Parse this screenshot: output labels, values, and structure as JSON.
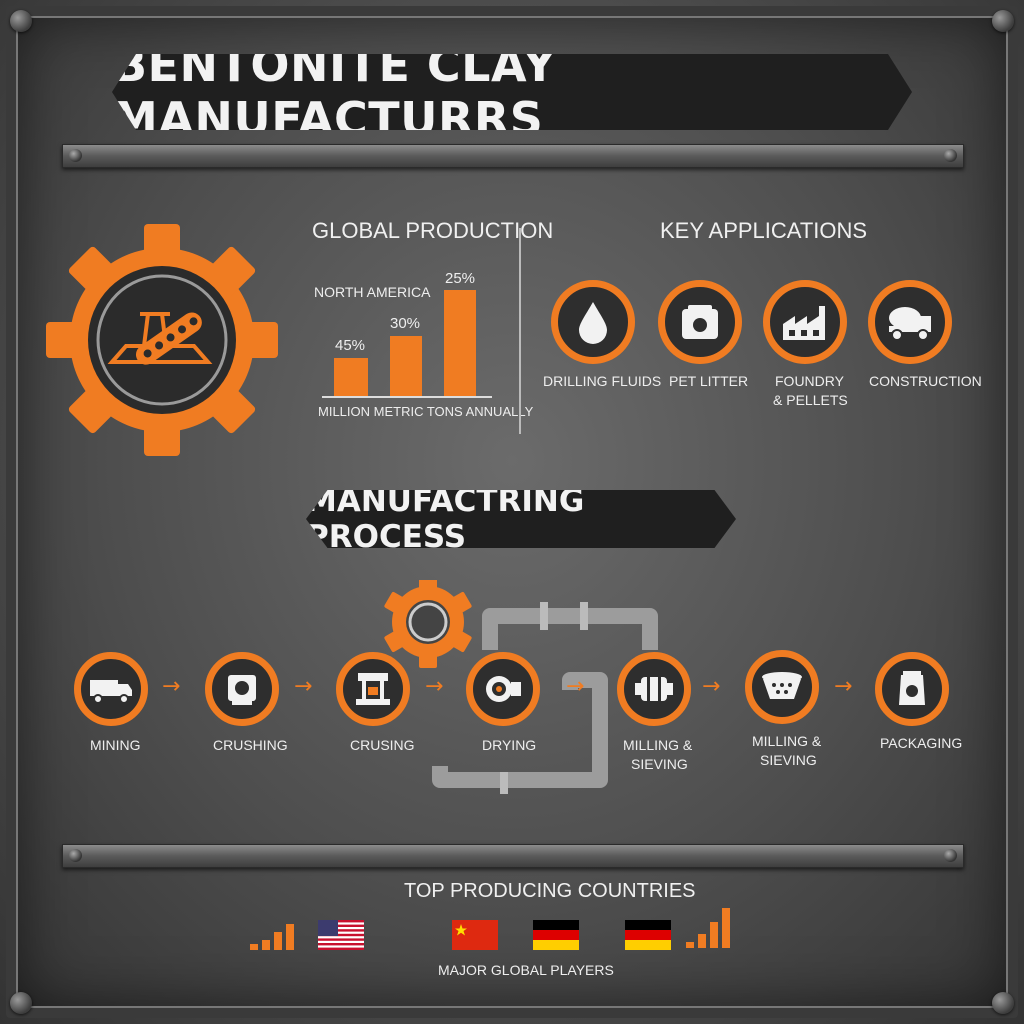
{
  "title": "BENTONITE CLAY MANUFACTURRS",
  "global_production": {
    "heading": "GLOBAL PRODUCTION",
    "region_label": "NORTH AMERICA",
    "axis_label": "MILLION METRIC TONS ANNUALLY",
    "bars": [
      {
        "label": "45%",
        "value": 45
      },
      {
        "label": "30%",
        "value": 30
      },
      {
        "label": "25%",
        "value": 25
      }
    ]
  },
  "key_applications": {
    "heading": "KEY APPLICATIONS",
    "items": [
      {
        "label": "DRILLING FLUIDS",
        "icon": "water-drop-icon"
      },
      {
        "label": "PET LITTER",
        "icon": "litter-bag-icon"
      },
      {
        "label_line1": "FOUNDRY",
        "label_line2": "& PELLETS",
        "icon": "factory-icon"
      },
      {
        "label": "CONSTRUCTION",
        "icon": "cement-mixer-icon"
      }
    ]
  },
  "process": {
    "heading": "MANUFACTRING PROCESS",
    "steps": [
      {
        "label": "MINING",
        "icon": "truck-icon"
      },
      {
        "label": "CRUSHING",
        "icon": "crusher-icon"
      },
      {
        "label": "CRUSING",
        "icon": "press-icon"
      },
      {
        "label": "DRYING",
        "icon": "dryer-icon"
      },
      {
        "label_line1": "MILLING &",
        "label_line2": "SIEVING",
        "icon": "mill-icon"
      },
      {
        "label_line1": "MILLING &",
        "label_line2": "SIEVING",
        "icon": "sieve-icon"
      },
      {
        "label": "PACKAGING",
        "icon": "bag-icon"
      }
    ]
  },
  "countries": {
    "heading": "TOP PRODUCING COUNTRIES",
    "subheading": "MAJOR GLOBAL PLAYERS",
    "flags": [
      "usa-flag",
      "china-flag",
      "germany-flag",
      "germany-flag"
    ]
  },
  "colors": {
    "accent": "#f07c22",
    "panel": "#1f1f1f",
    "steel": "#5a5a5a"
  }
}
